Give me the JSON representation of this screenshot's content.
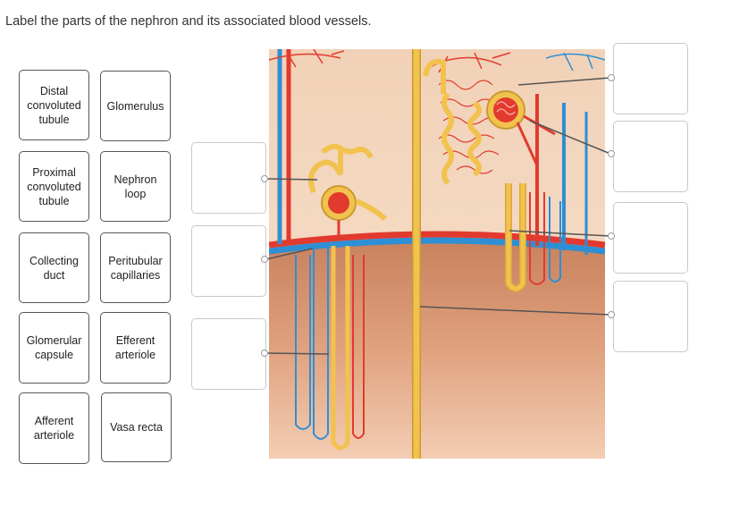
{
  "question": "Label the parts of the nephron and its associated blood vessels.",
  "word_bank": [
    "Distal\nconvoluted\ntubule",
    "Glomerulus",
    "Proximal\nconvoluted\ntubule",
    "Nephron\nloop",
    "Collecting\nduct",
    "Peritubular\ncapillaries",
    "Glomerular\ncapsule",
    "Efferent\narteriole",
    "Afferent\narteriole",
    "Vasa recta"
  ],
  "drop_targets": {
    "left_count": 3,
    "right_count": 4
  },
  "colors": {
    "artery_red": "#e23a2e",
    "vein_blue": "#2f8fd4",
    "tubule_yellow": "#f2c24e",
    "cortex_tan": "#f6d9bf",
    "medulla_brown": "#d9906a"
  },
  "icons": {
    "figure": "nephron-illustration",
    "pin": "connector-dot-icon"
  }
}
